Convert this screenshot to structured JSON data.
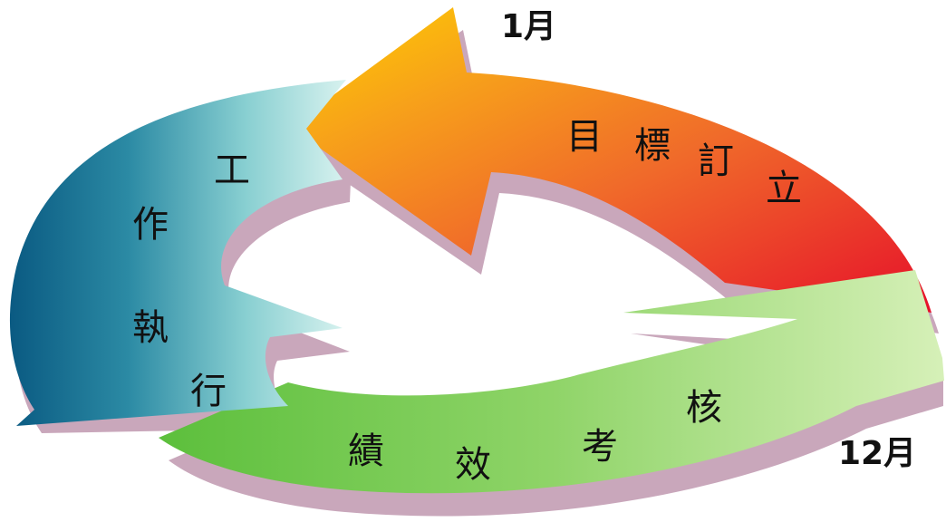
{
  "months": {
    "start": "1月",
    "end": "12月"
  },
  "stages": [
    {
      "name": "目標訂立",
      "chars": [
        "目",
        "標",
        "訂",
        "立"
      ],
      "color_start": "#ffd000",
      "color_end": "#e6102a"
    },
    {
      "name": "績效考核",
      "chars": [
        "績",
        "效",
        "考",
        "核"
      ],
      "color_start": "#5fbf3f",
      "color_end": "#d6f0b8"
    },
    {
      "name": "工作執行",
      "chars": [
        "工",
        "作",
        "執",
        "行"
      ],
      "color_start": "#0b5f86",
      "color_end": "#cfeef0"
    }
  ],
  "shadow_color": "#c9a7bb"
}
